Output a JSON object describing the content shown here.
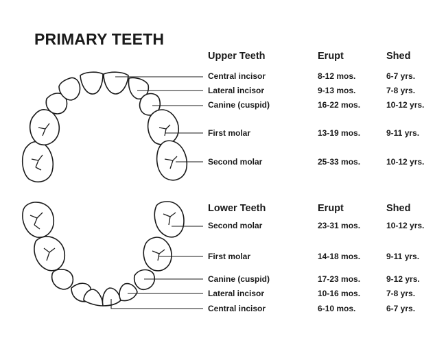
{
  "title": "PRIMARY TEETH",
  "upper": {
    "heading": "Upper Teeth",
    "erupt_heading": "Erupt",
    "shed_heading": "Shed",
    "rows": [
      {
        "tooth": "Central incisor",
        "erupt": "8-12 mos.",
        "shed": "6-7 yrs."
      },
      {
        "tooth": "Lateral incisor",
        "erupt": "9-13 mos.",
        "shed": "7-8 yrs."
      },
      {
        "tooth": "Canine (cuspid)",
        "erupt": "16-22 mos.",
        "shed": "10-12 yrs."
      },
      {
        "tooth": "First molar",
        "erupt": "13-19 mos.",
        "shed": "9-11 yrs."
      },
      {
        "tooth": "Second molar",
        "erupt": "25-33 mos.",
        "shed": "10-12 yrs."
      }
    ]
  },
  "lower": {
    "heading": "Lower Teeth",
    "erupt_heading": "Erupt",
    "shed_heading": "Shed",
    "rows": [
      {
        "tooth": "Second molar",
        "erupt": "23-31 mos.",
        "shed": "10-12 yrs."
      },
      {
        "tooth": "First molar",
        "erupt": "14-18 mos.",
        "shed": "9-11 yrs."
      },
      {
        "tooth": "Canine (cuspid)",
        "erupt": "17-23 mos.",
        "shed": "9-12 yrs."
      },
      {
        "tooth": "Lateral incisor",
        "erupt": "10-16 mos.",
        "shed": "7-8 yrs."
      },
      {
        "tooth": "Central incisor",
        "erupt": "6-10 mos.",
        "shed": "6-7 yrs."
      }
    ]
  }
}
